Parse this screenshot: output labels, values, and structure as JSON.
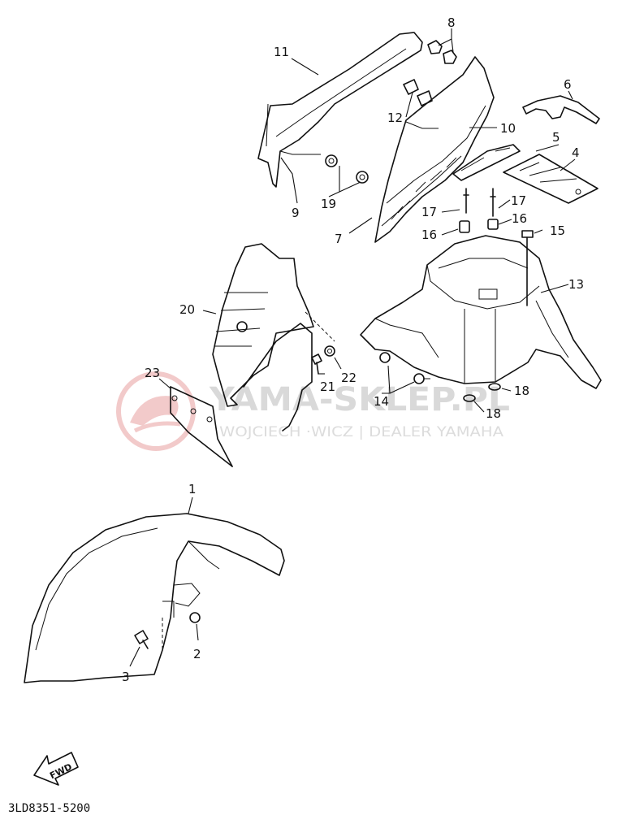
{
  "diagram": {
    "drawing_code": "3LD8351-5200",
    "fwd_label": "FWD",
    "watermark": {
      "title": "YAMA-SKLEP.PL",
      "subtitle": "WOJCIECH ·WICZ | DEALER YAMAHA",
      "logo_color": "#e8a0a0",
      "text_color": "#d9d9d9"
    },
    "line_color": "#111111",
    "callouts": [
      "1",
      "2",
      "3",
      "4",
      "5",
      "6",
      "7",
      "8",
      "9",
      "10",
      "11",
      "12",
      "13",
      "14",
      "15",
      "16",
      "16",
      "17",
      "17",
      "18",
      "18",
      "19",
      "20",
      "21",
      "22",
      "23"
    ]
  }
}
